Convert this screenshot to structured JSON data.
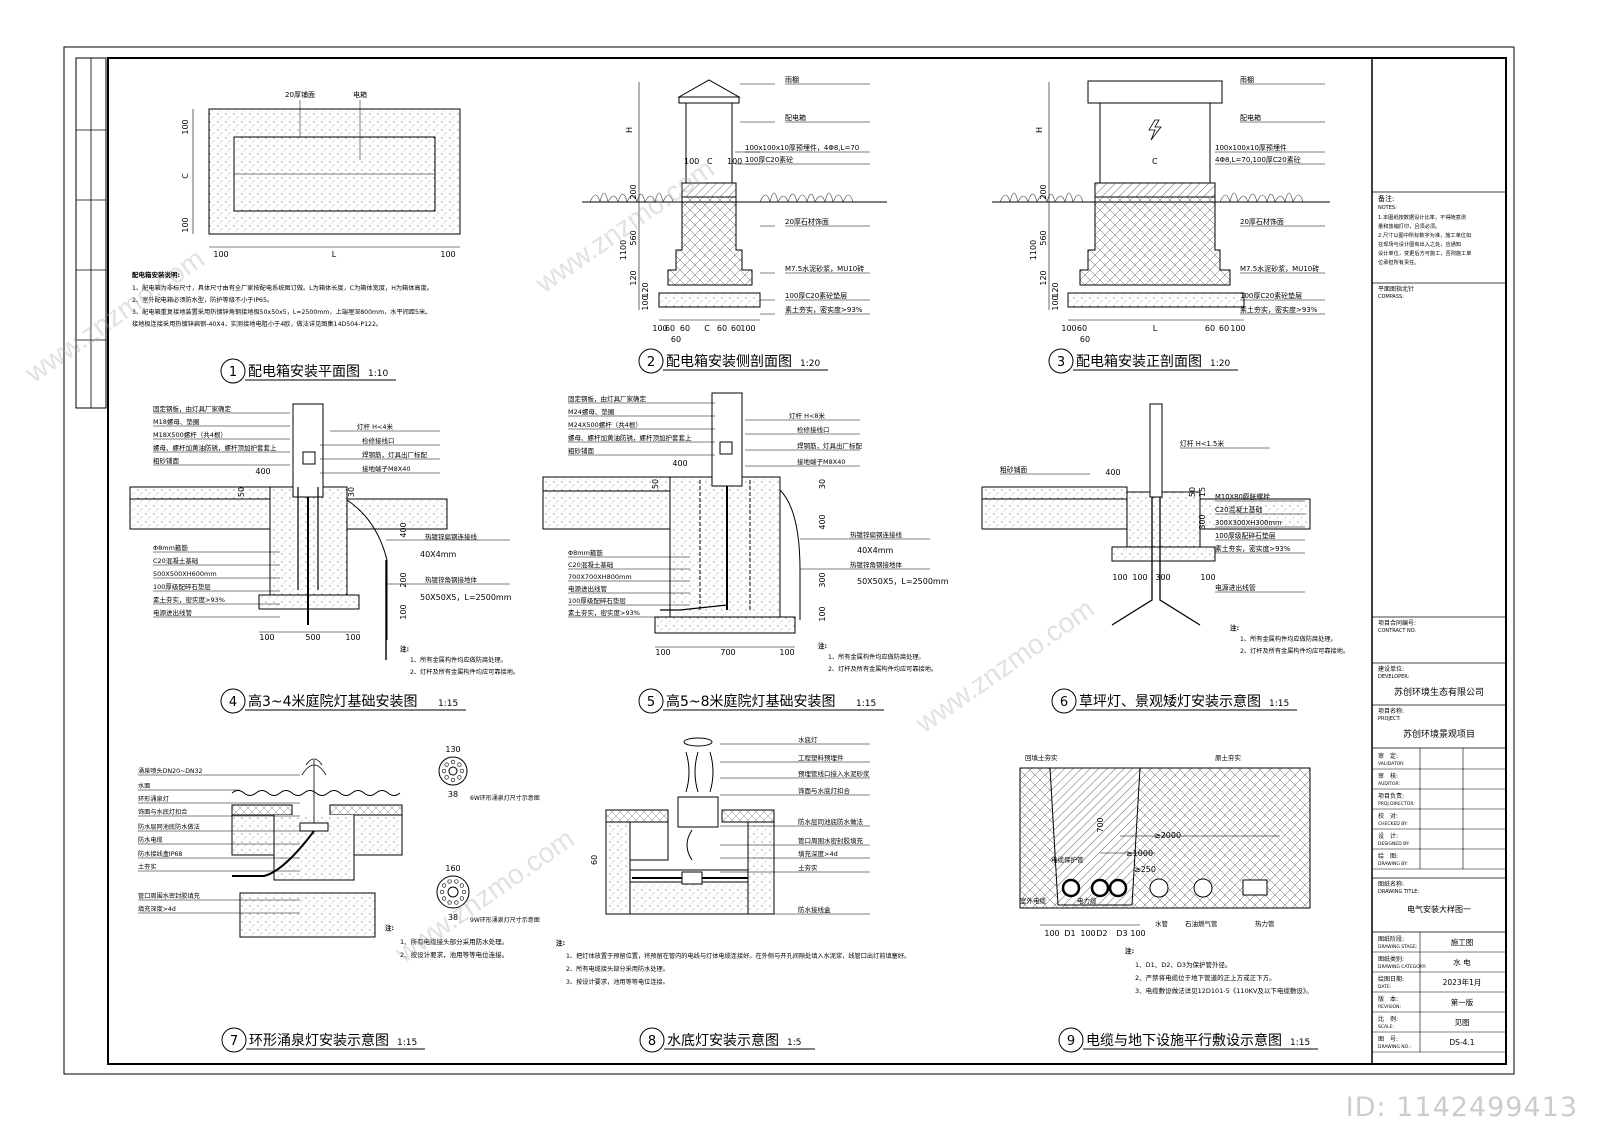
{
  "sheet": {
    "id_label": "ID: 1142499413",
    "watermark": "www.znzmo.com"
  },
  "title_block": {
    "notes_title": "备注:",
    "notes_title_en": "NOTES:",
    "notes": [
      "1.本图纸按数据设计比率，不得随意测",
      "  量和放缩打印，且须必须。",
      "2.尺寸以图中所标数字为准，施工单位如",
      "  在现场与设计图有出入之处，应通知",
      "  设计单位，变更后方可施工，否则施工单",
      "  位承担所有责任。"
    ],
    "compass": "平面图指北针",
    "compass_en": "COMPASS:",
    "contract_no": "项目合同编号:",
    "contract_no_en": "CONTRACT NO.",
    "developer": "建设单位:",
    "developer_en": "DEVELOPER:",
    "developer_value": "苏创环境生态有限公司",
    "project": "项目名称:",
    "project_en": "PROJECT:",
    "project_value": "苏创环境景观项目",
    "signatures": [
      {
        "cn": "审　定:",
        "en": "VALIDATOR:"
      },
      {
        "cn": "审　核:",
        "en": "AUDITOR:"
      },
      {
        "cn": "项目负责:",
        "en": "PROJ.DIRECTOR:"
      },
      {
        "cn": "校　对:",
        "en": "CHECKED BY:"
      },
      {
        "cn": "设　计:",
        "en": "DESIGNED BY:"
      },
      {
        "cn": "绘　图:",
        "en": "DRAWING BY:"
      }
    ],
    "drawing_title": "图纸名称:",
    "drawing_title_en": "DRAWING TITLE:",
    "drawing_title_value": "电气安装大样图一",
    "stage": "图纸阶段:",
    "stage_en": "DRAWING STAGE:",
    "stage_value": "施工图",
    "category": "图纸类别:",
    "category_en": "DRAWING CATEGORY:",
    "category_value": "水 电",
    "date": "绘图日期:",
    "date_en": "DATE:",
    "date_value": "2023年1月",
    "version": "版　本:",
    "version_en": "REVISION:",
    "version_value": "第一版",
    "scale": "比　例:",
    "scale_en": "SCALE:",
    "scale_value": "见图",
    "number": "图　号:",
    "number_en": "DRAWING NO.:",
    "number_value": "DS-4.1"
  },
  "details": [
    {
      "no": "1",
      "title": "配电箱安装平面图",
      "scale": "1:10"
    },
    {
      "no": "2",
      "title": "配电箱安装侧剖面图",
      "scale": "1:20"
    },
    {
      "no": "3",
      "title": "配电箱安装正剖面图",
      "scale": "1:20"
    },
    {
      "no": "4",
      "title": "高3~4米庭院灯基础安装图",
      "scale": "1:15"
    },
    {
      "no": "5",
      "title": "高5~8米庭院灯基础安装图",
      "scale": "1:15"
    },
    {
      "no": "6",
      "title": "草坪灯、景观矮灯安装示意图",
      "scale": "1:15"
    },
    {
      "no": "7",
      "title": "环形涌泉灯安装示意图",
      "scale": "1:15"
    },
    {
      "no": "8",
      "title": "水底灯安装示意图",
      "scale": "1:5"
    },
    {
      "no": "9",
      "title": "电缆与地下设施平行敷设示意图",
      "scale": "1:15"
    }
  ],
  "d1": {
    "label_top_left": "20厚铺面",
    "label_top_right": "电箱",
    "dim_left": [
      "100",
      "C",
      "100"
    ],
    "dim_bottom": [
      "100",
      "L",
      "100"
    ],
    "notes_title": "配电箱安装说明:",
    "notes": [
      "1、配电箱为非标尺寸，具体尺寸由有全厂家按配电系统图订做。L为箱体长度，C为箱体宽度，H为箱体高度。",
      "2、室外配电箱必须防水型，防护等级不小于IP65。",
      "3、配电箱重复接地装置采用热镀锌角钢接地极50x50x5，L=2500mm，上端埋深800mm，水平间距5米。",
      "接地极连接采用热镀锌扁钢-40X4，实测接地电阻小于4欧，做法详见图集14D504-P122。"
    ]
  },
  "d2": {
    "labels": [
      "雨棚",
      "配电箱",
      "100x100x10厚预埋件，4Φ8,L=70",
      "100厚C20素砼",
      "20厚石材饰面",
      "M7.5水泥砂浆，MU10砖",
      "100厚C20素砼垫层",
      "素土夯实，密实度>93%"
    ],
    "dims_v": [
      "H",
      "200",
      "1100",
      "560",
      "120",
      "120",
      "100"
    ],
    "dims_h": [
      "100",
      "C",
      "100"
    ],
    "dims_bottom": [
      "100",
      "60",
      "60",
      "C",
      "60",
      "60",
      "100",
      "60"
    ]
  },
  "d3": {
    "labels": [
      "雨棚",
      "配电箱",
      "100x100x10厚预埋件",
      "4Φ8,L=70,100厚C20素砼",
      "20厚石材饰面",
      "M7.5水泥砂浆，MU10砖",
      "100厚C20素砼垫层",
      "素土夯实，密实度>93%"
    ],
    "dims_v": [
      "H",
      "200",
      "1100",
      "560",
      "120",
      "120",
      "100"
    ],
    "dims_h": [
      "C"
    ],
    "dims_bottom": [
      "100",
      "60",
      "L",
      "60",
      "60",
      "100",
      "60"
    ]
  },
  "d4": {
    "labels_left": [
      "固定钢板，由灯具厂家确定",
      "M18螺母、垫圈",
      "M18X500螺杆（共4根）",
      "螺母、螺杆加黄油防锈，螺杆顶加护套套上",
      "粗砂铺面"
    ],
    "labels_right": [
      "灯杆 H<4米",
      "检修接线口",
      "焊钢筋，灯具出厂标配",
      "接地端子M8X40"
    ],
    "labels_lower": [
      "Φ8mm箍筋",
      "C20混凝土基础",
      "500X500XH600mm",
      "100厚级配碎石垫层",
      "素土夯实，密实度>93%",
      "电源进出线管"
    ],
    "labels_side": [
      "热镀锌扁钢连接线",
      "40X4mm",
      "热镀锌角钢接地体",
      "50X50X5，L=2500mm"
    ],
    "dims": [
      "400",
      "50",
      "30",
      "400",
      "200",
      "100",
      "100",
      "100",
      "500",
      "100"
    ],
    "notes_title": "注:",
    "notes": [
      "1、所有金属构件均应做防腐处理。",
      "2、灯杆及所有金属构件均应可靠接地。"
    ]
  },
  "d5": {
    "labels_left": [
      "固定钢板，由灯具厂家确定",
      "M24螺母、垫圈",
      "M24X500螺杆（共4根）",
      "螺母、螺杆加黄油防锈，螺杆顶加护套套上",
      "粗砂铺面"
    ],
    "labels_right": [
      "灯杆 H<8米",
      "检修接线口",
      "焊钢筋，灯具出厂标配",
      "接地端子M8X40"
    ],
    "labels_lower": [
      "Φ8mm箍筋",
      "C20混凝土基础",
      "700X700XH800mm",
      "电源进出线管",
      "100厚级配碎石垫层",
      "素土夯实，密实度>93%"
    ],
    "labels_side": [
      "热镀锌扁钢连接线",
      "40X4mm",
      "热镀锌角钢接地体",
      "50X50X5，L=2500mm"
    ],
    "dims": [
      "400",
      "50",
      "30",
      "400",
      "300",
      "100",
      "100",
      "700",
      "100"
    ],
    "notes_title": "注:",
    "notes": [
      "1、所有金属构件均应做防腐处理。",
      "2、灯杆及所有金属构件均应可靠接地。"
    ]
  },
  "d6": {
    "labels": [
      "灯杆 H<1.5米",
      "粗砂铺面",
      "M10X80膨胀螺栓",
      "C20混凝土基础",
      "300X300XH300mm",
      "100厚级配碎石垫层",
      "素土夯实，密实度>93%",
      "电源进出线管"
    ],
    "dims": [
      "400",
      "50",
      "15",
      "300",
      "100",
      "100",
      "300",
      "100"
    ],
    "notes_title": "注:",
    "notes": [
      "1、所有金属构件均应做防腐处理。",
      "2、灯杆及所有金属构件均应可靠接地。"
    ]
  },
  "d7": {
    "labels": [
      "涌泉喷头DN20~DN32",
      "水面",
      "环形涌泉灯",
      "饰面与水底灯扣合",
      "防水层同池底防水做法",
      "防水电缆",
      "防水接线盒IP68",
      "土夯实",
      "管口周围水密封胶填充",
      "填充深度>4d"
    ],
    "small1": {
      "dim_top": "130",
      "dim_bottom": "38",
      "caption": "6W环形涌泉灯尺寸示意图"
    },
    "small2": {
      "dim_top": "160",
      "dim_bottom": "38",
      "caption": "9W环形涌泉灯尺寸示意图"
    },
    "notes_title": "注:",
    "notes": [
      "1、所有电缆接头部分采用防水处理。",
      "2、按设计要求，池用等等电位连接。"
    ]
  },
  "d8": {
    "labels": [
      "水底灯",
      "工程塑料预埋件",
      "预埋管线口接入水泥砂浆",
      "饰面与水底灯扣合",
      "防水层同池底防水做法",
      "管口周围水密封胶填充",
      "填充深度>4d",
      "土夯实",
      "防水接线盒"
    ],
    "dims": [
      "60"
    ],
    "notes_title": "注:",
    "notes": [
      "1、把灯体放置于预留位置，将预留在管内的电线与灯体电缆连接好。在外侧与开孔间隙处填入水泥浆，线管口出灯前填塞好。",
      "2、所有电缆接头部分采用防水处理。",
      "3、按设计要求，池用等等电位连接。"
    ]
  },
  "d9": {
    "labels": [
      "回填土夯实",
      "原土夯实",
      "电缆保护管",
      "室外电缆",
      "电力缆",
      "水管",
      "石油燃气管",
      "热力管"
    ],
    "dims": [
      "700",
      "≥2000",
      "≥1000",
      "≥250"
    ],
    "dims_bottom": [
      "100",
      "D1",
      "100",
      "D2",
      "D3",
      "100"
    ],
    "notes_title": "注:",
    "notes": [
      "1、D1、D2、D3为保护管外径。",
      "2、严禁将电缆位于地下管道的正上方或正下方。",
      "3、电缆敷设做法详见12D101-5《110KV及以下电缆敷设》。"
    ]
  }
}
